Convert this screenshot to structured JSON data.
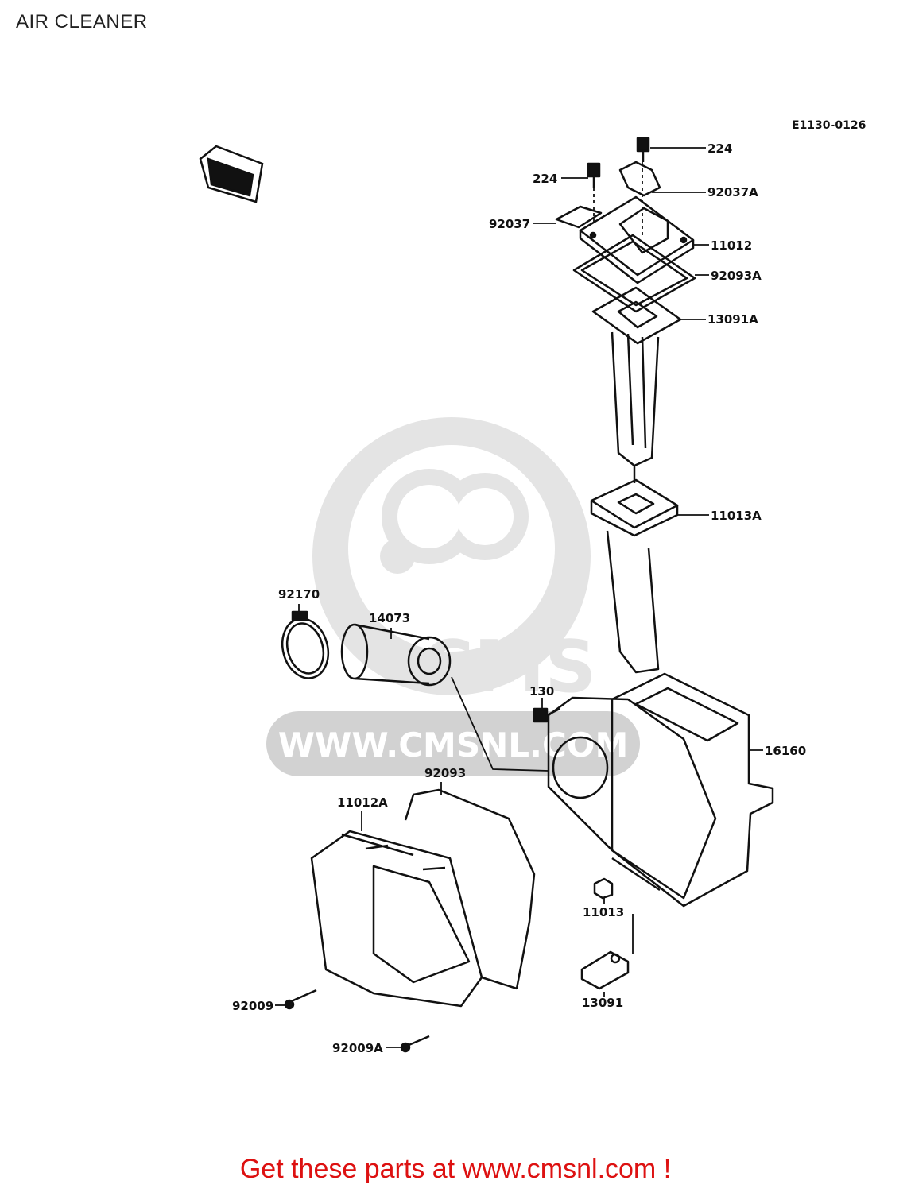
{
  "title": "AIR CLEANER",
  "diagram_code": "E1130-0126",
  "watermark": "WWW.CMSNL.COM",
  "footer_text": "Get these parts at www.cmsnl.com !",
  "part_labels": {
    "p224a": "224",
    "p224b": "224",
    "p92037A": "92037A",
    "p92037": "92037",
    "p11012": "11012",
    "p92093A": "92093A",
    "p13091A": "13091A",
    "p11013A": "11013A",
    "p92170": "92170",
    "p14073": "14073",
    "p130": "130",
    "p16160": "16160",
    "p92093": "92093",
    "p11012A": "11012A",
    "p11013": "11013",
    "p92009": "92009",
    "p13091": "13091",
    "p92009A": "92009A"
  },
  "colors": {
    "line": "#111111",
    "watermark": "#d8d8d8",
    "footer": "#dd1111"
  }
}
